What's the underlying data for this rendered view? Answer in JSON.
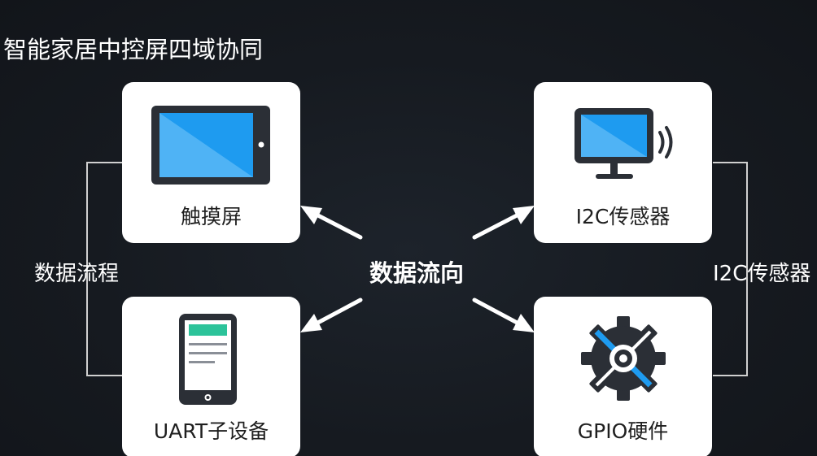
{
  "title": "智能家居中控屏四域协同",
  "center_label": "数据流向",
  "left_label": "数据流程",
  "right_label": "I2C传感器",
  "cards": {
    "touchscreen": {
      "label": "触摸屏",
      "icon": "tablet-icon"
    },
    "i2c_sensor": {
      "label": "I2C传感器",
      "icon": "monitor-wireless-icon"
    },
    "uart_device": {
      "label": "UART子设备",
      "icon": "phone-icon"
    },
    "gpio_hardware": {
      "label": "GPIO硬件",
      "icon": "gear-icon"
    }
  },
  "colors": {
    "background": "#161a20",
    "card": "#ffffff",
    "screen_blue": "#1e9bf0",
    "accent_teal": "#2cc39a",
    "icon_dark": "#2b2f36"
  }
}
